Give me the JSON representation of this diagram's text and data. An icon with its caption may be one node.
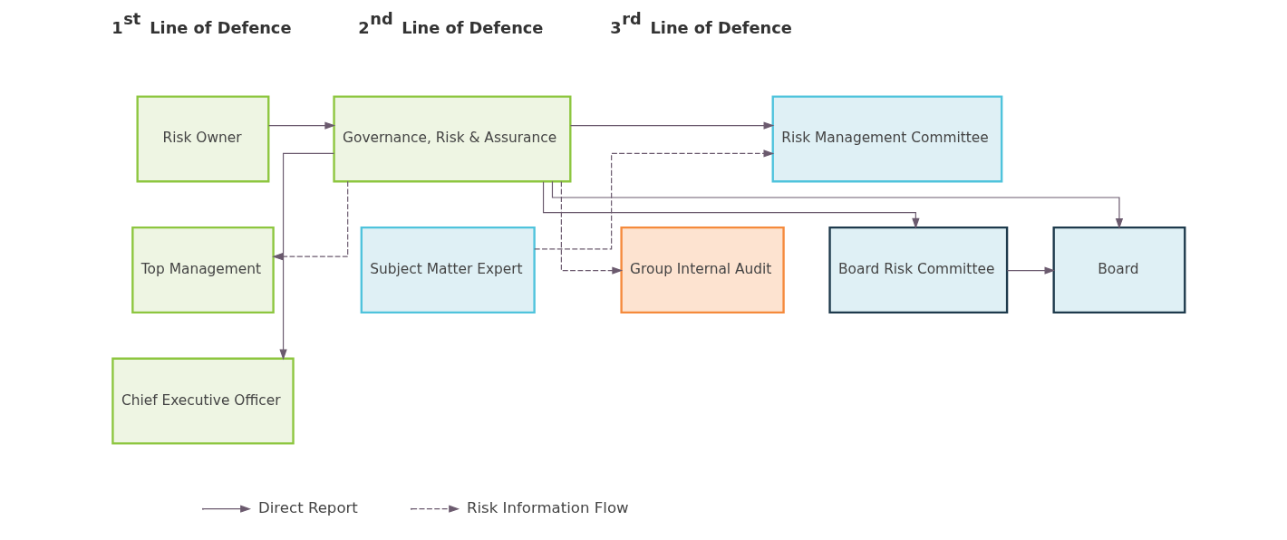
{
  "diagram": {
    "nodes": [
      {
        "text": [
          "Risk Owner"
        ]
      },
      {
        "text": [
          "Governance, Risk & Assurance"
        ]
      },
      {
        "text": [
          "Risk Management Committee"
        ]
      },
      {
        "text": [
          "Top Management"
        ]
      },
      {
        "text": [
          "Subject Matter Expert"
        ]
      },
      {
        "text": [
          "Group Internal Audit"
        ]
      },
      {
        "text": [
          "Board Risk Committee"
        ]
      },
      {
        "text": [
          "Board"
        ]
      },
      {
        "text": [
          "Chief Executive Officer"
        ]
      }
    ],
    "edges": [
      {
        "from": 0,
        "to": 1,
        "arrow": "to"
      },
      {
        "from": 1,
        "to": 2,
        "arrow": "to"
      },
      {
        "from": 4,
        "to": 2,
        "arrow": "to",
        "style": "dashed"
      },
      {
        "from": 1,
        "to": 3,
        "arrow": "to",
        "style": "dashed"
      },
      {
        "from": 1,
        "to": 5,
        "arrow": "to",
        "style": "dashed"
      },
      {
        "from": 1,
        "to": 8,
        "arrow": "to"
      },
      {
        "from": 1,
        "to": 6,
        "arrow": "to"
      },
      {
        "from": 1,
        "to": 7,
        "arrow": "to"
      },
      {
        "from": 6,
        "to": 7,
        "arrow": "to"
      }
    ],
    "labels": [
      "1$^{st}$ Line of Defence",
      "2$^{nd}$ Line of Defence",
      "3$^{rd}$ Line of Defence"
    ],
    "legend": [
      {
        "text": "Direct Report"
      },
      {
        "text": "Risk Information Flow"
      }
    ]
  }
}
